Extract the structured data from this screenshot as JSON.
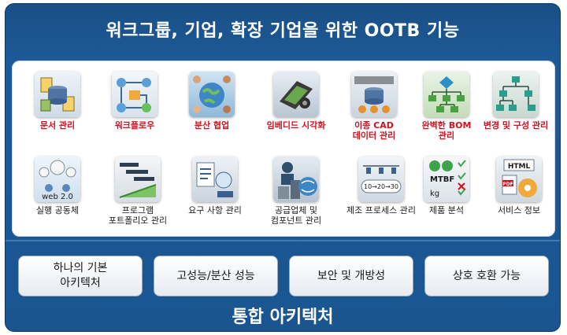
{
  "title": "워크그룹, 기업, 확장 기업을 위한 OOTB 기능",
  "features": [
    {
      "label": "문서 관리",
      "icon": "document-database-icon",
      "style": "red"
    },
    {
      "label": "워크플로우",
      "icon": "workflow-icon",
      "style": "red"
    },
    {
      "label": "분산 협업",
      "icon": "globe-people-icon",
      "style": "red"
    },
    {
      "label": "임베디드 시각화",
      "icon": "3d-model-icon",
      "style": "red"
    },
    {
      "label": "이종 CAD\n데이터 관리",
      "icon": "cad-data-icon",
      "style": "red"
    },
    {
      "label": "완벽한 BOM\n관리",
      "icon": "bom-tree-icon",
      "style": "red"
    },
    {
      "label": "변경 및 구성 관리",
      "icon": "change-tree-icon",
      "style": "red"
    },
    {
      "label": "실행 공동체",
      "icon": "web20-community-icon",
      "style": "blk"
    },
    {
      "label": "프로그램\n포트폴리오 관리",
      "icon": "gantt-chart-icon",
      "style": "blk"
    },
    {
      "label": "요구 사항 관리",
      "icon": "requirements-icon",
      "style": "blk"
    },
    {
      "label": "공급업체 및\n컴포넌트 관리",
      "icon": "supplier-icon",
      "style": "blk"
    },
    {
      "label": "제조 프로세스 관리",
      "icon": "manufacturing-process-icon",
      "style": "blk"
    },
    {
      "label": "제품 분석",
      "icon": "product-analysis-icon",
      "style": "blk"
    },
    {
      "label": "서비스 정보",
      "icon": "service-info-icon",
      "style": "blk"
    }
  ],
  "icon_text": {
    "web": "web 2.0",
    "mtbf": "MTBF",
    "kg": "kg",
    "html": "HTML",
    "pdf": "PDF",
    "proc": "10→20→30"
  },
  "pillars": [
    "하나의 기본\n아키텍처",
    "고성능/분산 성능",
    "보안 및 개방성",
    "상호 호환 가능"
  ],
  "footer": "통합 아키텍처",
  "colors": {
    "frame": "#1c5a97",
    "red_label": "#d40f1e"
  }
}
